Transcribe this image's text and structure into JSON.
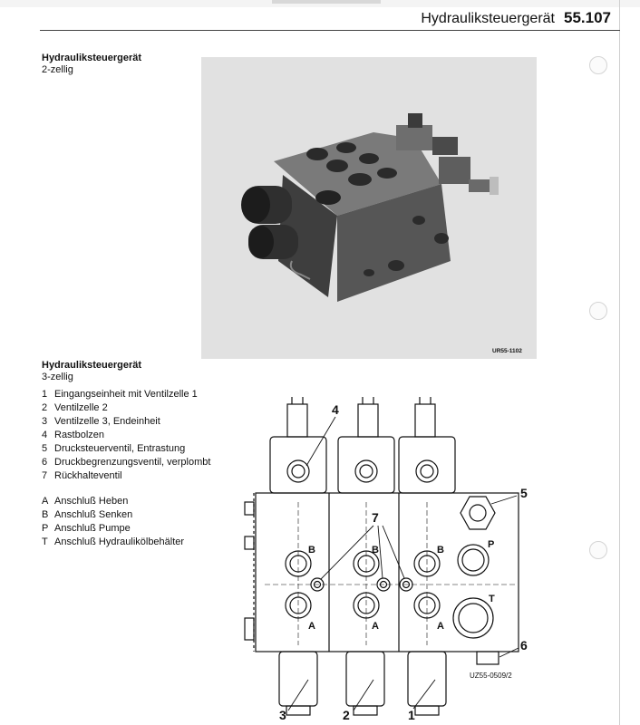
{
  "header": {
    "title": "Hydrauliksteuergerät",
    "number": "55.107"
  },
  "section1": {
    "title": "Hydrauliksteuergerät",
    "subtitle": "2-zellig",
    "photo_caption": "UR55-1102"
  },
  "section2": {
    "title": "Hydrauliksteuergerät",
    "subtitle": "3-zellig",
    "parts": [
      {
        "key": "1",
        "text": "Eingangseinheit mit Ventilzelle 1"
      },
      {
        "key": "2",
        "text": "Ventilzelle 2"
      },
      {
        "key": "3",
        "text": "Ventilzelle 3, Endeinheit"
      },
      {
        "key": "4",
        "text": "Rastbolzen"
      },
      {
        "key": "5",
        "text": "Drucksteuerventil, Entrastung"
      },
      {
        "key": "6",
        "text": "Druckbegrenzungsventil, verplombt"
      },
      {
        "key": "7",
        "text": "Rückhalteventil"
      }
    ],
    "ports": [
      {
        "key": "A",
        "text": "Anschluß Heben"
      },
      {
        "key": "B",
        "text": "Anschluß Senken"
      },
      {
        "key": "P",
        "text": "Anschluß Pumpe"
      },
      {
        "key": "T",
        "text": "Anschluß Hydraulikölbehälter"
      }
    ]
  },
  "diagram": {
    "caption": "UZ55-0509/2",
    "callouts": [
      "1",
      "2",
      "3",
      "4",
      "5",
      "6",
      "7"
    ],
    "port_labels": {
      "A": "A",
      "B": "B",
      "P": "P",
      "T": "T"
    }
  }
}
